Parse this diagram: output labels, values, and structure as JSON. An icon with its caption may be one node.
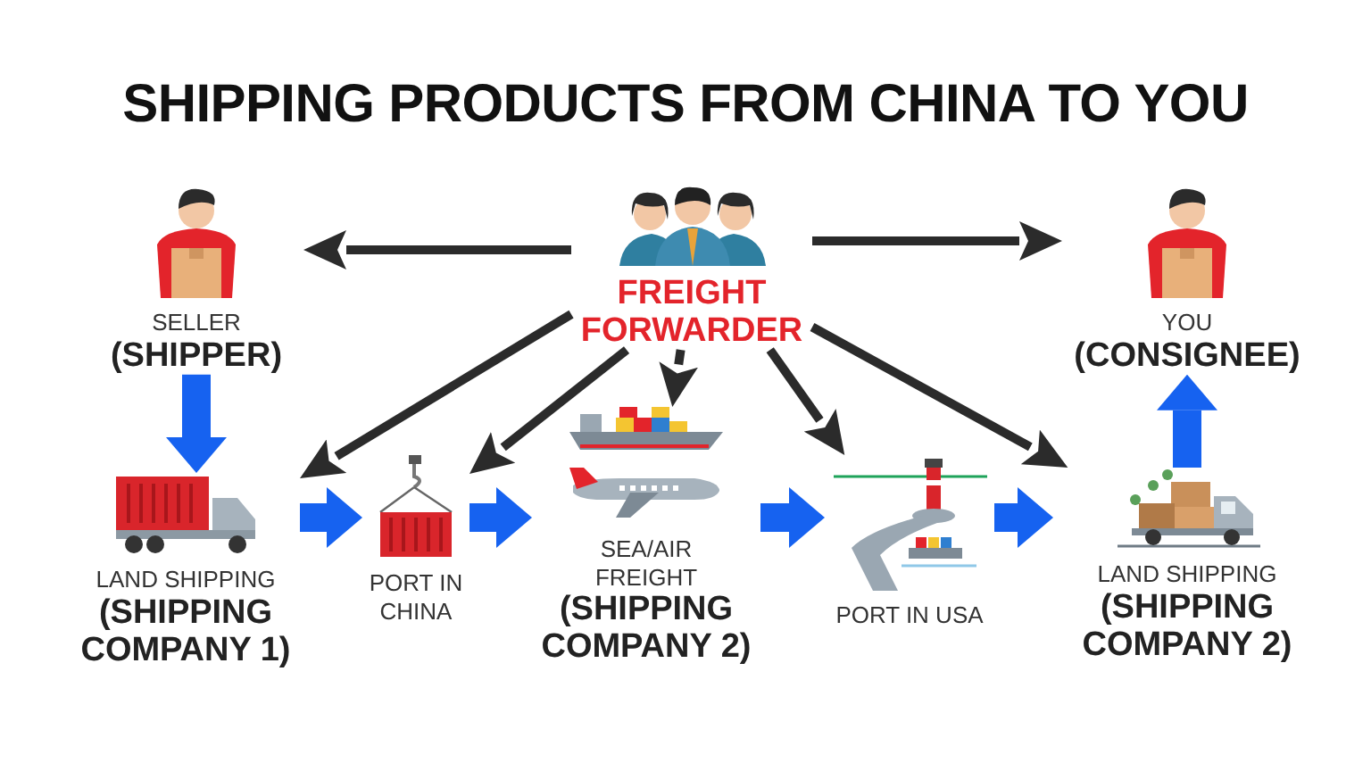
{
  "diagram": {
    "title": "SHIPPING PRODUCTS FROM CHINA TO YOU",
    "nodes": [
      {
        "text": [
          "FREIGHT FORWARDER"
        ]
      },
      {
        "text": [
          "SELLER",
          "(SHIPPER)"
        ]
      },
      {
        "text": [
          "YOU",
          "(CONSIGNEE)"
        ]
      },
      {
        "text": [
          "LAND SHIPPING",
          "(SHIPPING COMPANY 1)"
        ]
      },
      {
        "text": [
          "PORT IN CHINA"
        ]
      },
      {
        "text": [
          "SEA/AIR FREIGHT",
          "(SHIPPING COMPANY 2)"
        ]
      },
      {
        "text": [
          "PORT IN USA"
        ]
      },
      {
        "text": [
          "LAND SHIPPING",
          "(SHIPPING COMPANY 2)"
        ]
      }
    ],
    "edges": [
      {
        "from": 0,
        "to": 1,
        "arrow": "to"
      },
      {
        "from": 0,
        "to": 2,
        "arrow": "to"
      },
      {
        "from": 0,
        "to": 3,
        "arrow": "to"
      },
      {
        "from": 0,
        "to": 4,
        "arrow": "to"
      },
      {
        "from": 0,
        "to": 5,
        "arrow": "to"
      },
      {
        "from": 0,
        "to": 6,
        "arrow": "to"
      },
      {
        "from": 0,
        "to": 7,
        "arrow": "to"
      },
      {
        "from": 1,
        "to": 3,
        "arrow": "to",
        "style": "thick",
        "color": "#1662f0"
      },
      {
        "from": 3,
        "to": 4,
        "arrow": "to",
        "style": "thick",
        "color": "#1662f0"
      },
      {
        "from": 4,
        "to": 5,
        "arrow": "to",
        "style": "thick",
        "color": "#1662f0"
      },
      {
        "from": 5,
        "to": 6,
        "arrow": "to",
        "style": "thick",
        "color": "#1662f0"
      },
      {
        "from": 6,
        "to": 7,
        "arrow": "to",
        "style": "thick",
        "color": "#1662f0"
      },
      {
        "from": 7,
        "to": 2,
        "arrow": "to",
        "style": "thick",
        "color": "#1662f0"
      }
    ]
  }
}
